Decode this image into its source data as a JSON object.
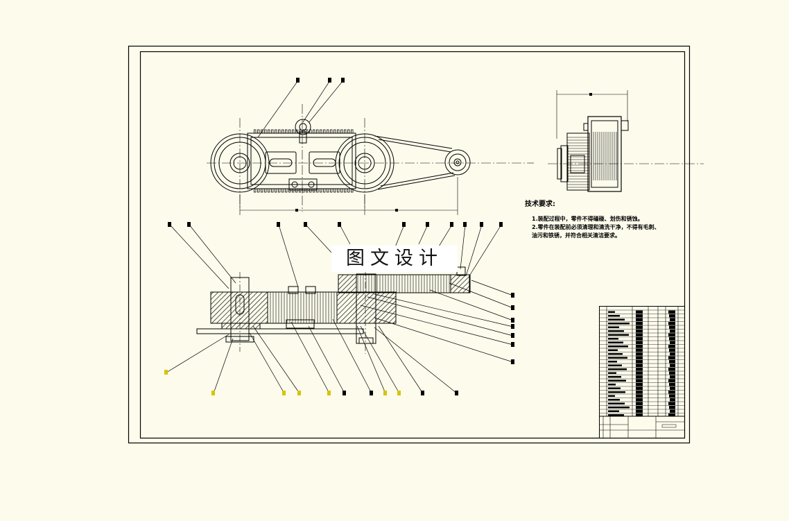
{
  "colors": {
    "background": "#fdfbec",
    "line": "#000000",
    "leader_mark": "#000000",
    "yellow_mark": "#d8c400",
    "watermark_bg": "#ffffff"
  },
  "watermark": {
    "text": "图文设计"
  },
  "tech_notes": {
    "title": "技术要求:",
    "lines": [
      "1.装配过程中，零件不得磕碰、划伤和锈蚀。",
      "2.零件在装配前必须清理和清洗干净，不得有毛刺、",
      "油污和铁锈，并符合相关清洁要求。"
    ]
  }
}
